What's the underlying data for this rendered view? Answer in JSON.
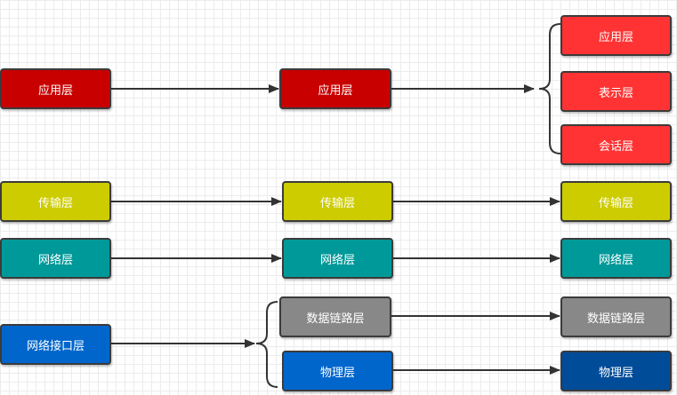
{
  "colors": {
    "dark_red": "#c80000",
    "bright_red": "#ff3333",
    "olive_yellow": "#cccc00",
    "teal": "#009999",
    "blue": "#0066cc",
    "gray": "#888888",
    "navy": "#004c99",
    "line": "#333333"
  },
  "column1": {
    "application": "应用层",
    "transport": "传输层",
    "network": "网络层",
    "network_interface": "网络接口层"
  },
  "column2": {
    "application": "应用层",
    "transport": "传输层",
    "network": "网络层",
    "data_link": "数据链路层",
    "physical": "物理层"
  },
  "column3": {
    "application": "应用层",
    "presentation": "表示层",
    "session": "会话层",
    "transport": "传输层",
    "network": "网络层",
    "data_link": "数据链路层",
    "physical": "物理层"
  }
}
